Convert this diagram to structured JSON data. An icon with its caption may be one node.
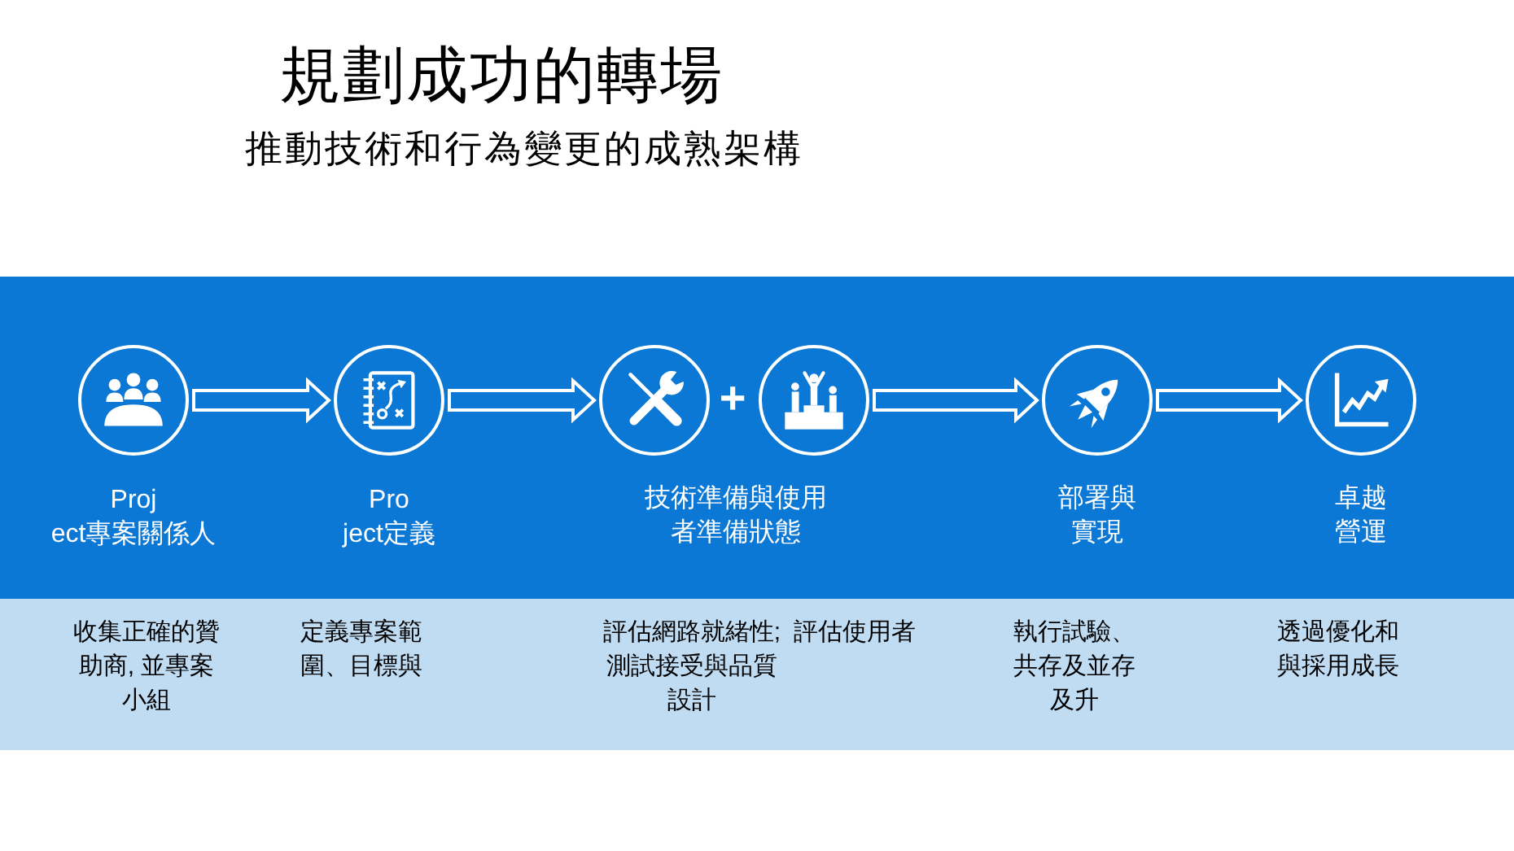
{
  "diagram": {
    "title": "規劃成功的轉場",
    "nodes": [
      {
        "text": [],
        "shape": "band"
      },
      {
        "text": [],
        "shape": "circle",
        "in": 0,
        "beside": [
          "Proj ect專案關係人"
        ]
      },
      {
        "text": [],
        "shape": "circle",
        "in": 0,
        "beside": [
          "Pro ject定義"
        ]
      },
      {
        "text": [],
        "shape": "circle",
        "in": 0
      },
      {
        "text": [],
        "shape": "circle",
        "in": 0
      },
      {
        "text": [],
        "shape": "circle",
        "in": 0,
        "beside": [
          "部署與實現"
        ]
      },
      {
        "text": [],
        "shape": "circle",
        "in": 0,
        "beside": [
          "卓越營運"
        ]
      },
      {
        "text": [
          "收集正確的贊助商, 並專案小組",
          "定義專案範圍、目標與",
          "評估網路就緒性;測試接受與品質設計",
          "評估使用者",
          "執行試驗、共存及並存及升",
          "透過優化和與採用成長"
        ]
      }
    ],
    "edges": [
      {
        "from": 1,
        "to": 2,
        "arrow": "to"
      },
      {
        "from": 2,
        "to": 3,
        "arrow": "to"
      },
      {
        "from": 4,
        "to": 5,
        "arrow": "to"
      },
      {
        "from": 5,
        "to": 6,
        "arrow": "to"
      }
    ],
    "labels": [
      "推動技術和行為變更的成熟架構",
      "+",
      "技術準備與使用者準備狀態"
    ]
  }
}
